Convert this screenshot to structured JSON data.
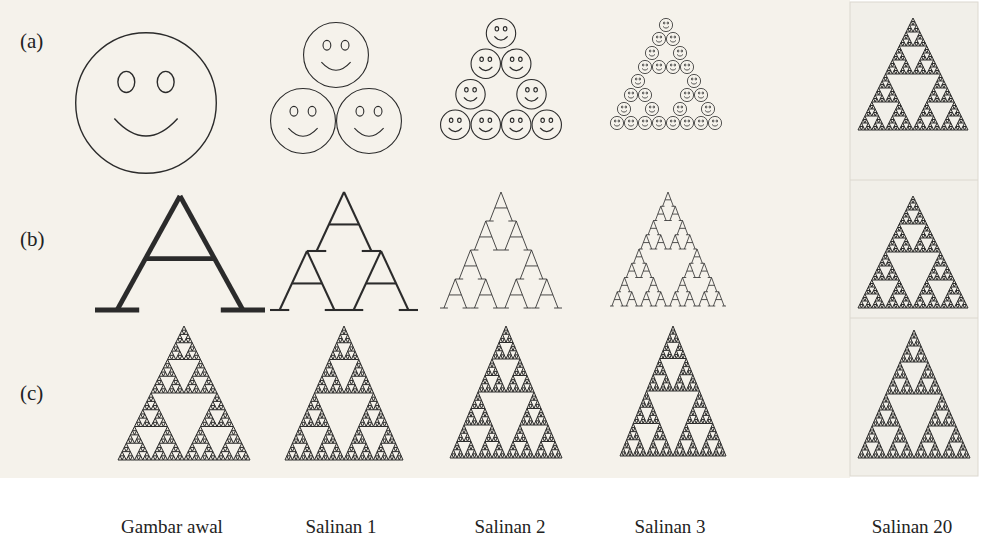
{
  "diagram": {
    "labels": [
      "(a)",
      "(b)",
      "(c)",
      "Gambar awal",
      "Salinan 1",
      "Salinan 2",
      "Salinan 3",
      "Salinan 20"
    ]
  }
}
